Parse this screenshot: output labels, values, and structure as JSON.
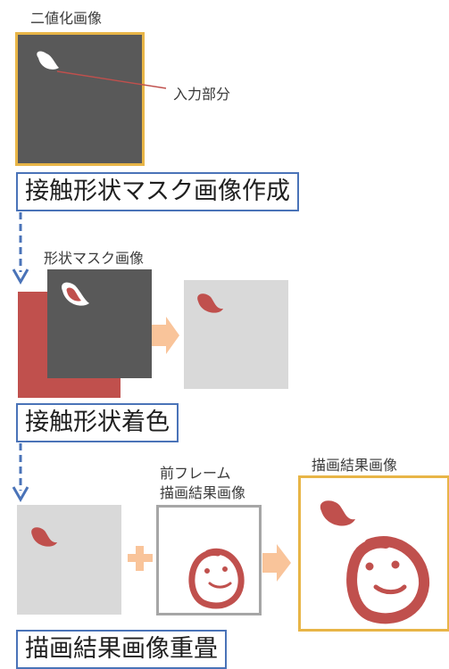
{
  "step1": {
    "caption": "二値化画像",
    "callout": "入力部分",
    "stage_label": "接触形状マスク画像作成"
  },
  "step2": {
    "caption": "形状マスク画像",
    "stage_label": "接触形状着色"
  },
  "step3": {
    "caption_prev_line1": "前フレーム",
    "caption_prev_line2": "描画結果画像",
    "caption_result": "描画結果画像",
    "stage_label": "描画結果画像重畳"
  },
  "colors": {
    "dark_panel": "#595959",
    "light_panel": "#d9d9d9",
    "brush_red": "#c0504d",
    "frame_yellow": "#e8b547",
    "frame_gray": "#a6a6a6",
    "arrow_blue": "#4a73b8",
    "arrow_peach": "#f9c49a"
  },
  "icons": {
    "plus": "plus-icon",
    "flow_arrow": "peach-right-arrow-icon",
    "down_arrow": "dashed-down-arrow-icon"
  }
}
